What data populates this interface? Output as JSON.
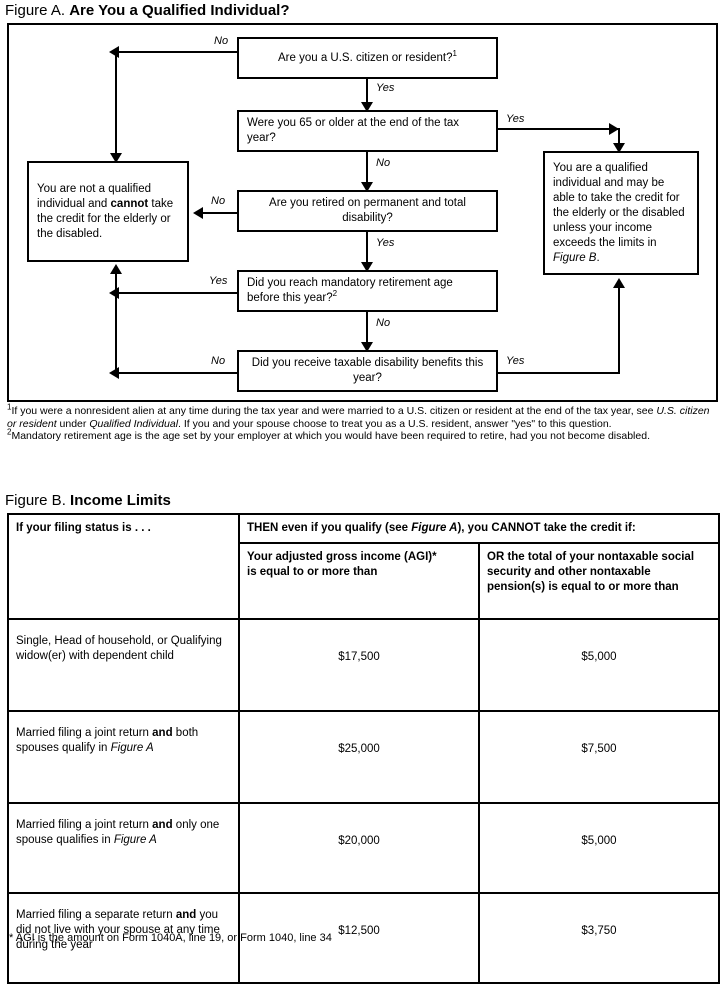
{
  "figure_a": {
    "label": "Figure A.",
    "title": "Are You a Qualified Individual?",
    "nodes": {
      "q1": "Are you a U.S. citizen or resident?",
      "q1_footnote_marker": "1",
      "q2": "Were you 65 or older at the end of the tax year?",
      "q3": "Are you retired on permanent and total disability?",
      "q4": "Did you reach mandatory retirement age before this year?",
      "q4_footnote_marker": "2",
      "q5": "Did you receive taxable disability benefits this year?",
      "result_not_qualified_part1": "You are not a qualified individual and ",
      "result_not_qualified_bold": "cannot",
      "result_not_qualified_part2": " take the credit for the elderly or the disabled.",
      "result_qualified_part1": "You are a qualified individual and may be able to take the credit for the elderly or the disabled unless your income exceeds the limits in ",
      "result_qualified_italic": "Figure B",
      "result_qualified_part2": "."
    },
    "edges": {
      "q1_no": "No",
      "q1_yes": "Yes",
      "q2_yes": "Yes",
      "q2_no": "No",
      "q3_no": "No",
      "q3_yes": "Yes",
      "q4_yes": "Yes",
      "q4_no": "No",
      "q5_no": "No",
      "q5_yes": "Yes"
    },
    "footnotes": [
      {
        "marker": "1",
        "text_1": "If you were a nonresident alien at any time during the tax year and were married to a U.S. citizen or resident at the end of the tax year, see ",
        "italic_1": "U.S. citizen or resident",
        "text_2": " under ",
        "italic_2": "Qualified Individual",
        "text_3": ". If you and your spouse choose to treat you as a U.S. resident, answer \"yes\" to this question."
      },
      {
        "marker": "2",
        "text_1": "Mandatory retirement age is the age set by your employer at which you would have been required to retire, had you not become disabled.",
        "italic_1": "",
        "text_2": "",
        "italic_2": "",
        "text_3": ""
      }
    ]
  },
  "figure_b": {
    "label": "Figure B.",
    "title": "Income Limits",
    "headers": {
      "col1": "If your filing status is . . .",
      "span_part1": "THEN even if you qualify (see ",
      "span_italic": "Figure A",
      "span_part2": "), you CANNOT take the credit if:",
      "col2_line1": "Your adjusted gross income (AGI)*",
      "col2_line2": "is equal to or more than",
      "col3": "OR the total of your nontaxable social security and other nontaxable pension(s) is equal to or more than"
    },
    "rows": [
      {
        "status_plain_1": "Single, Head of household, or Qualifying widow(er) with dependent child",
        "status_bold": "",
        "status_plain_2": "",
        "status_italic": "",
        "agi": "$17,500",
        "nontaxable": "$5,000"
      },
      {
        "status_plain_1": "Married filing a joint return ",
        "status_bold": "and",
        "status_plain_2": " both spouses qualify in ",
        "status_italic": "Figure A",
        "agi": "$25,000",
        "nontaxable": "$7,500"
      },
      {
        "status_plain_1": "Married filing a joint return ",
        "status_bold": "and",
        "status_plain_2": " only one spouse qualifies in ",
        "status_italic": "Figure A",
        "agi": "$20,000",
        "nontaxable": "$5,000"
      },
      {
        "status_plain_1": "Married filing a separate return ",
        "status_bold": "and",
        "status_plain_2": " you did not live with your spouse at any time during the year",
        "status_italic": "",
        "agi": "$12,500",
        "nontaxable": "$3,750"
      }
    ],
    "footnote": "*  AGI is the amount on Form 1040A, line 19, or Form 1040, line 34"
  },
  "colors": {
    "ink": "#000000",
    "paper": "#ffffff"
  }
}
